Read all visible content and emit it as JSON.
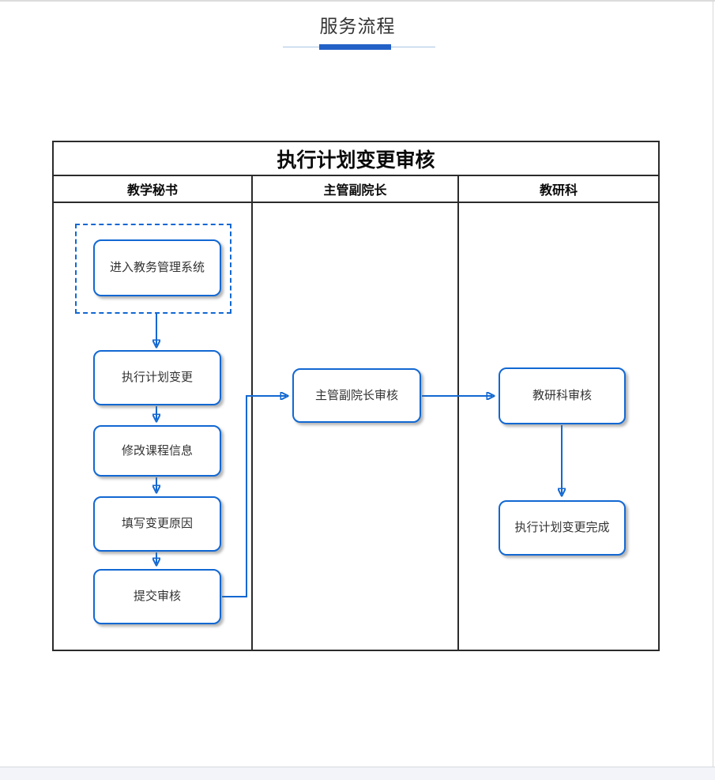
{
  "page": {
    "title": "服务流程"
  },
  "diagram": {
    "title": "执行计划变更审核",
    "lanes": [
      {
        "label": "教学秘书"
      },
      {
        "label": "主管副院长"
      },
      {
        "label": "教研科"
      }
    ],
    "nodes": {
      "enter_system": {
        "label": "进入教务管理系统",
        "lane": "教学秘书",
        "start": true
      },
      "plan_change": {
        "label": "执行计划变更",
        "lane": "教学秘书"
      },
      "modify_course": {
        "label": "修改课程信息",
        "lane": "教学秘书"
      },
      "fill_reason": {
        "label": "填写变更原因",
        "lane": "教学秘书"
      },
      "submit_review": {
        "label": "提交审核",
        "lane": "教学秘书"
      },
      "vice_dean_review": {
        "label": "主管副院长审核",
        "lane": "主管副院长"
      },
      "research_review": {
        "label": "教研科审核",
        "lane": "教研科"
      },
      "change_complete": {
        "label": "执行计划变更完成",
        "lane": "教研科"
      }
    },
    "flow": [
      "进入教务管理系统 → 执行计划变更",
      "执行计划变更 → 修改课程信息",
      "修改课程信息 → 填写变更原因",
      "填写变更原因 → 提交审核",
      "提交审核 → 主管副院长审核",
      "主管副院长审核 → 教研科审核",
      "教研科审核 → 执行计划变更完成"
    ],
    "colors": {
      "accent_blue": "#1268d2",
      "underline_bar": "#2361c7",
      "underline_line": "#aac4e4",
      "table_border": "#2b2b2b",
      "footer_strip": "#f2f4f9"
    }
  }
}
